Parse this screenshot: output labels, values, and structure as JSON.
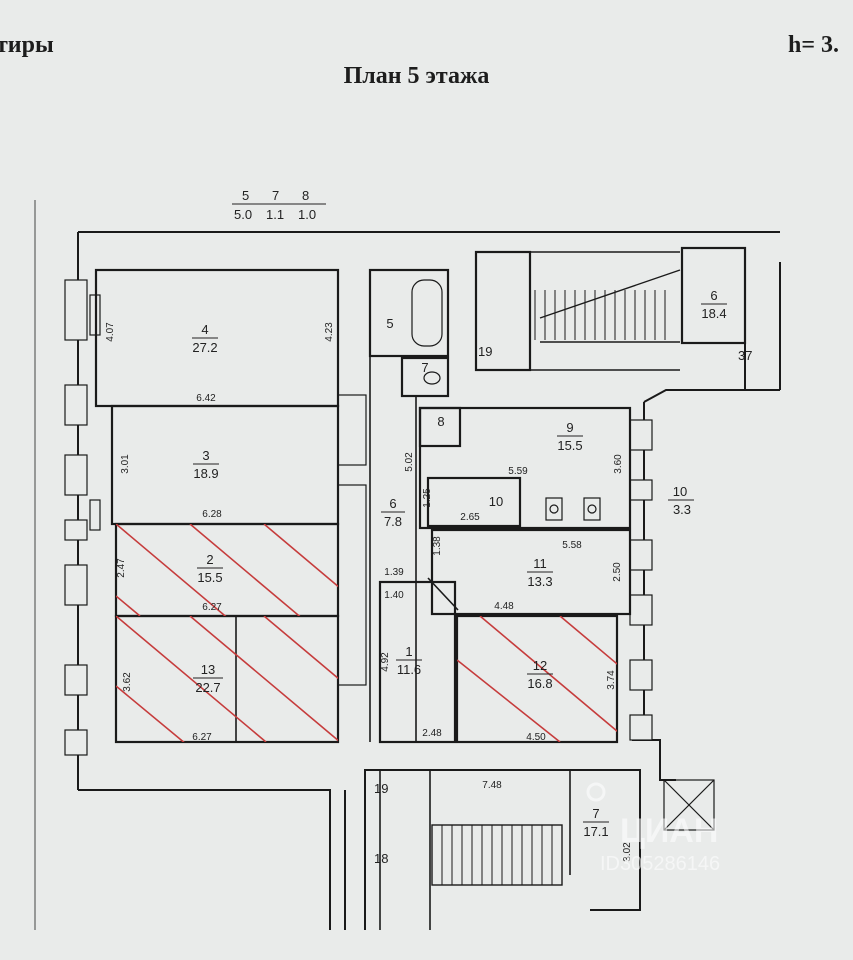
{
  "header": {
    "left_fragment": "тиры",
    "right_fragment": "h= 3.",
    "title": "План 5 этажа"
  },
  "top_legend": {
    "numbers": [
      "5",
      "7",
      "8"
    ],
    "areas": [
      "5.0",
      "1.1",
      "1.0"
    ]
  },
  "rooms": {
    "r4": {
      "number": "4",
      "area": "27.2"
    },
    "r3": {
      "number": "3",
      "area": "18.9"
    },
    "r2": {
      "number": "2",
      "area": "15.5"
    },
    "r13": {
      "number": "13",
      "area": "22.7"
    },
    "r5": {
      "number": "5"
    },
    "r7": {
      "number": "7"
    },
    "r8": {
      "number": "8"
    },
    "r6": {
      "number": "6",
      "area": "7.8"
    },
    "r1": {
      "number": "1",
      "area": "11.6"
    },
    "r9": {
      "number": "9",
      "area": "15.5"
    },
    "r10": {
      "number": "10"
    },
    "r11": {
      "number": "11",
      "area": "13.3"
    },
    "r12": {
      "number": "12",
      "area": "16.8"
    },
    "r10out": {
      "number": "10",
      "area": "3.3"
    },
    "r6out": {
      "number": "6",
      "area": "18.4"
    },
    "r7out": {
      "number": "7",
      "area": "17.1"
    },
    "stair19_top": "19",
    "stair37": "37",
    "stair19_bot": "19",
    "stair18": "18"
  },
  "dimensions": {
    "d4_left": "4.07",
    "d4_right": "4.23",
    "d4_bottom": "6.42",
    "d3_left": "3.01",
    "d3_bottom": "6.28",
    "d2_left": "2.47",
    "d2_bottom": "6.27",
    "d13_left": "3.62",
    "d13_bottom": "6.27",
    "d6_len": "5.02",
    "d6_w": "1.39",
    "d1_w": "1.40",
    "d1_len": "4.92",
    "d1_bottom": "2.48",
    "d9_w": "5.59",
    "d9_right": "3.60",
    "d10_h": "1.25",
    "d10_w": "2.65",
    "d11_w": "5.58",
    "d11_left": "1.38",
    "d11_right": "2.50",
    "d12_w": "4.48",
    "d12_bottom": "4.50",
    "d12_right": "3.74",
    "dstair_w": "7.48",
    "d7_right": "3.02"
  },
  "watermark": {
    "brand": "ЦИАН",
    "id": "ID305286146"
  }
}
